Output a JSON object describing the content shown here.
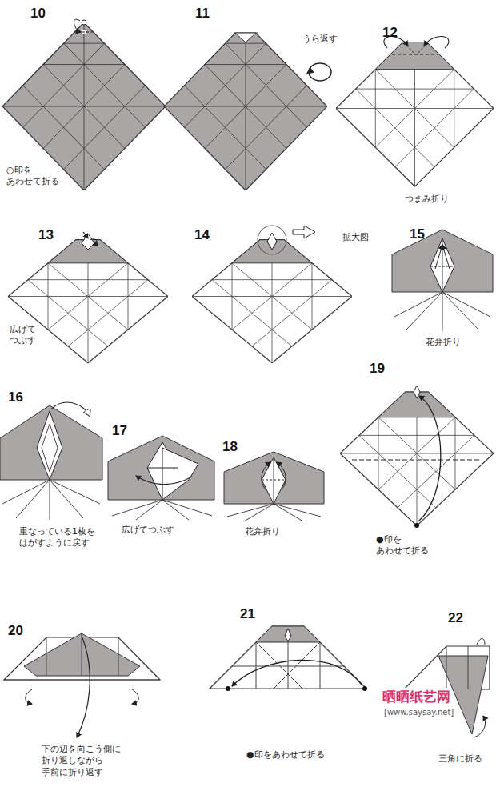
{
  "diagram": {
    "labels": [
      "10",
      "○印を あわせて折る",
      "11",
      "うら返す",
      "12",
      "つまみ折り",
      "13",
      "広げて つぶす",
      "14",
      "拡大図",
      "15",
      "花弁折り",
      "16",
      "重なっている1枚を はがすように戻す",
      "17",
      "広げてつぶす",
      "18",
      "花弁折り",
      "19",
      "●印を あわせて折る",
      "20",
      "下の辺を向こう側に 折り返しながら 手前に折り返す",
      "21",
      "●印をあわせて折る",
      "22",
      "三角に折る",
      "晒晒纸艺网",
      "[www.saysay.net]"
    ]
  }
}
